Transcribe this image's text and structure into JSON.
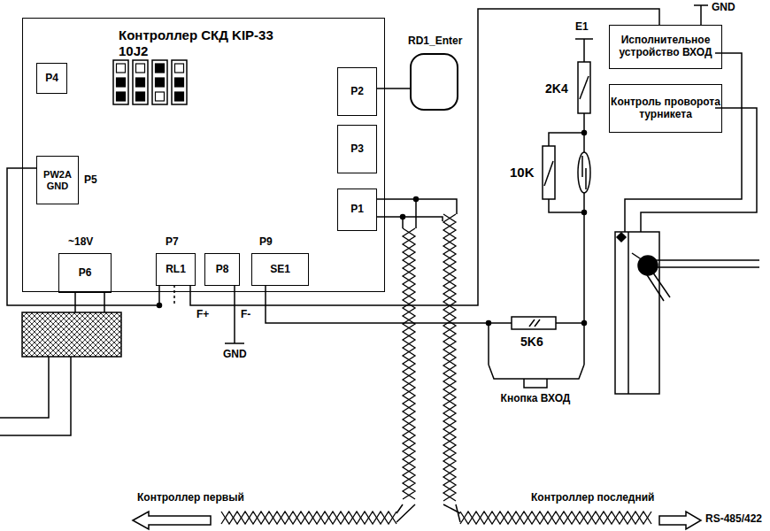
{
  "diagram": {
    "nodes": [
      {
        "text": [
          "Контроллер СКД KIP-33"
        ]
      },
      {
        "text": [
          "P4"
        ],
        "in": 0
      },
      {
        "text": [
          "10J2"
        ],
        "in": 0
      },
      {
        "text": [
          "P2"
        ],
        "in": 0
      },
      {
        "text": [
          "P3"
        ],
        "in": 0
      },
      {
        "text": [
          "PW2A",
          "GND",
          "P5"
        ],
        "in": 0
      },
      {
        "text": [
          "P1"
        ],
        "in": 0
      },
      {
        "text": [
          "~18V",
          "P6"
        ],
        "in": 0
      },
      {
        "text": [
          "P7",
          "RL1"
        ],
        "in": 0
      },
      {
        "text": [
          "P8"
        ],
        "in": 0
      },
      {
        "text": [
          "P9",
          "SE1"
        ],
        "in": 0
      },
      {
        "text": [
          "RD1_Enter"
        ]
      },
      {
        "text": [
          "Исполнительное устройство ВХОД"
        ]
      },
      {
        "text": [
          "Контроль проворота турникета"
        ]
      }
    ],
    "edges": [
      {
        "from": 3,
        "to": 11,
        "arrow": "none"
      },
      {
        "from": 5,
        "to": 8,
        "arrow": "none"
      },
      {
        "from": 8,
        "to": 12,
        "arrow": "none"
      }
    ],
    "labels": [
      "E1",
      "2K4",
      "10K",
      "5K6",
      "Кнопка ВХОД",
      "F+",
      "F-",
      "GND",
      "GND",
      "Контроллер первый",
      "Контроллер последний",
      "RS-485/422"
    ]
  }
}
